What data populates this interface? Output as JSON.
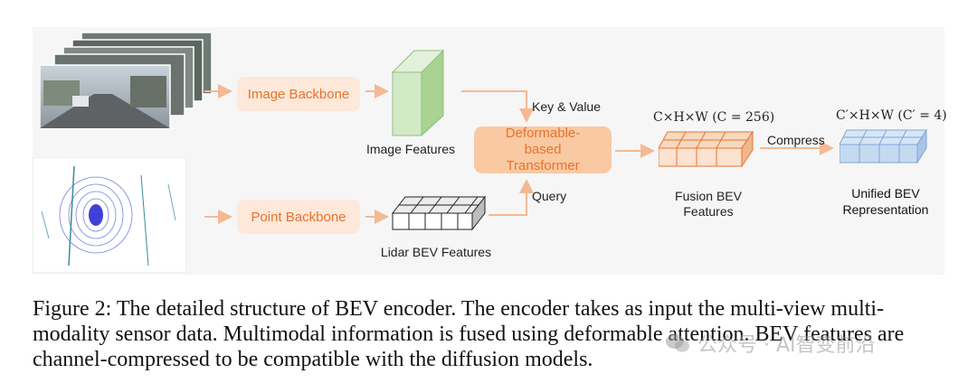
{
  "diagram": {
    "image_backbone": "Image Backbone",
    "point_backbone": "Point Backbone",
    "image_features": "Image Features",
    "lidar_features": "Lidar BEV Features",
    "transformer": "Deformable-based Transformer",
    "key_value": "Key & Value",
    "query": "Query",
    "fusion_dim": "C×H×W (C = 256)",
    "fusion_label": "Fusion BEV Features",
    "compress": "Compress",
    "unified_dim": "C′×H×W (C′ = 4)",
    "unified_label": "Unified BEV Representation"
  },
  "caption": {
    "text": "Figure 2: The detailed structure of BEV encoder. The encoder takes as input the multi-view multi-modality sensor data. Multimodal information is fused using deformable attention. BEV features are channel-compressed to be compatible with the diffusion models."
  },
  "watermark": {
    "text": "公众号 · AI智变前沿"
  },
  "colors": {
    "accent_orange": "#e8732a",
    "box_fill": "#fde8d9",
    "transformer_fill": "#f9c9a3",
    "arrow": "#f4b994",
    "image_feature_green": "#cfe8c4",
    "fusion_orange": "#f3c9a6",
    "unified_blue": "#bcd4ef"
  }
}
